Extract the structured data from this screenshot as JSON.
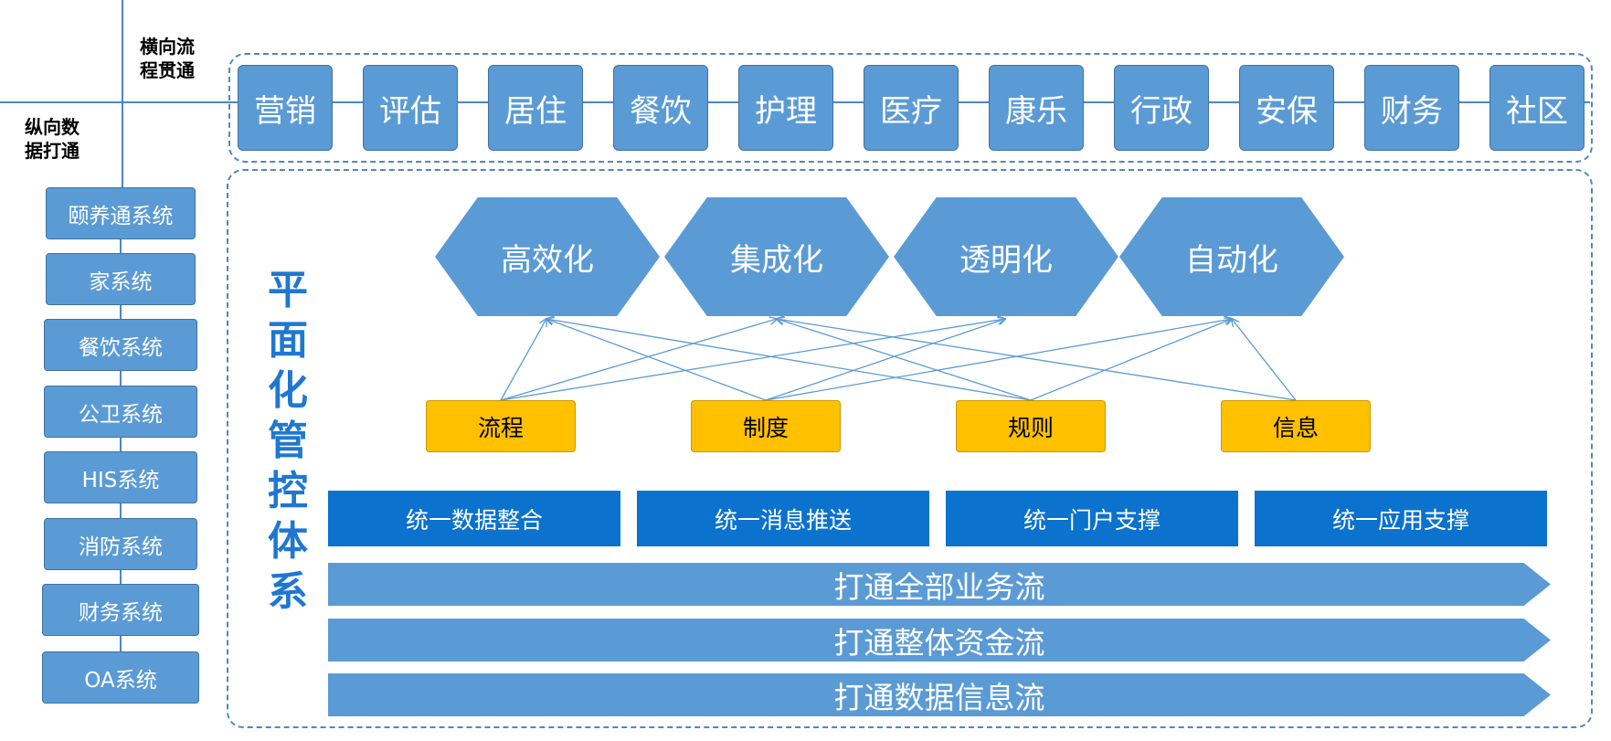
{
  "axis": {
    "horizontal_label": "横向流\n程贯通",
    "vertical_label": "纵向数\n据打通"
  },
  "processes": [
    "营销",
    "评估",
    "居住",
    "餐饮",
    "护理",
    "医疗",
    "康乐",
    "行政",
    "安保",
    "财务",
    "社区"
  ],
  "systems": [
    "颐养通系统",
    "家系统",
    "餐饮系统",
    "公卫系统",
    "HIS系统",
    "消防系统",
    "财务系统",
    "OA系统"
  ],
  "vertical_title": "平面化管控体系",
  "goals": [
    "高效化",
    "集成化",
    "透明化",
    "自动化"
  ],
  "foundations": [
    "流程",
    "制度",
    "规则",
    "信息"
  ],
  "unified": [
    "统一数据整合",
    "统一消息推送",
    "统一门户支撑",
    "统一应用支撑"
  ],
  "flows": [
    "打通全部业务流",
    "打通整体资金流",
    "打通数据信息流"
  ],
  "colors": {
    "box_blue": "#5b9bd5",
    "dark_blue": "#0b72cd",
    "yellow": "#ffc000",
    "title_blue": "#1f77d2",
    "line_blue": "#4f86c6"
  }
}
